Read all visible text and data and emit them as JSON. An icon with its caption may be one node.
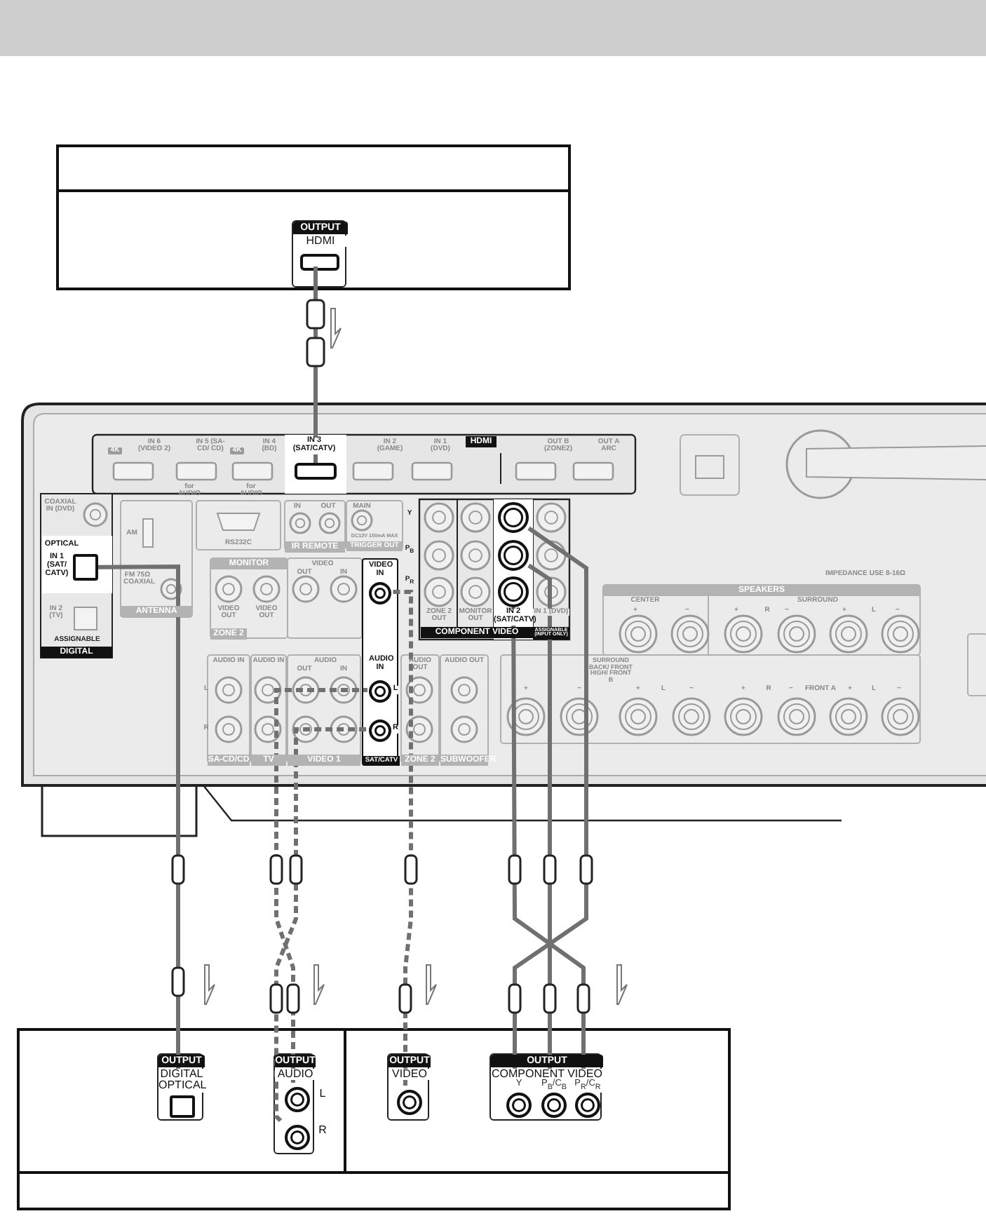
{
  "diagram": {
    "nodes": [
      {
        "text": [],
        "shape": "box"
      },
      {
        "text": [
          "OUTPUT",
          "HDMI"
        ],
        "in": 0
      },
      {
        "text": [],
        "shape": "box",
        "in": 1
      },
      {
        "text": [],
        "shape": "box"
      },
      {
        "text": [
          "IN 3 (SAT/CATV)"
        ],
        "in": 3
      },
      {
        "text": [],
        "shape": "box",
        "in": 4
      },
      {
        "text": [
          "OPTICAL",
          "IN 1 (SAT/ CATV)"
        ],
        "in": 3
      },
      {
        "text": [],
        "shape": "box",
        "in": 6
      },
      {
        "text": [
          "VIDEO IN",
          "AUDIO IN",
          "L",
          "R",
          "SAT/CATV"
        ],
        "in": 3
      },
      {
        "text": [],
        "shape": "circle",
        "in": 8
      },
      {
        "text": [],
        "shape": "circle",
        "in": 8
      },
      {
        "text": [],
        "shape": "circle",
        "in": 8
      },
      {
        "text": [
          "IN 2 (SAT/CATV)"
        ],
        "in": 3
      },
      {
        "text": [],
        "shape": "circle",
        "in": 12
      },
      {
        "text": [],
        "shape": "circle",
        "in": 12
      },
      {
        "text": [],
        "shape": "circle",
        "in": 12
      },
      {
        "text": [],
        "shape": "box"
      },
      {
        "text": [
          "OUTPUT",
          "DIGITAL OPTICAL"
        ],
        "in": 16
      },
      {
        "text": [],
        "shape": "box",
        "in": 17
      },
      {
        "text": [
          "OUTPUT",
          "AUDIO"
        ],
        "in": 16
      },
      {
        "text": [],
        "shape": "circle",
        "in": 19
      },
      {
        "text": [],
        "shape": "circle",
        "in": 19
      },
      {
        "text": [
          "OUTPUT",
          "VIDEO"
        ],
        "in": 16
      },
      {
        "text": [],
        "shape": "circle",
        "in": 22
      },
      {
        "text": [
          "OUTPUT",
          "COMPONENT VIDEO",
          "Y",
          "P$_{B}$/C$_{B}$",
          "P$_{R}$/C$_{R}$"
        ],
        "in": 16
      },
      {
        "text": [],
        "shape": "circle",
        "in": 24
      },
      {
        "text": [],
        "shape": "circle",
        "in": 24
      },
      {
        "text": [],
        "shape": "circle",
        "in": 24
      }
    ],
    "edges": [
      {
        "from": 2,
        "to": 5,
        "arrow": "none"
      },
      {
        "from": 18,
        "to": 7,
        "arrow": "none"
      },
      {
        "from": 20,
        "to": 10,
        "arrow": "none",
        "style": "dashed"
      },
      {
        "from": 21,
        "to": 11,
        "arrow": "none",
        "style": "dashed"
      },
      {
        "from": 23,
        "to": 9,
        "arrow": "none",
        "style": "dashed"
      },
      {
        "from": 25,
        "to": 13,
        "arrow": "none"
      },
      {
        "from": 26,
        "to": 14,
        "arrow": "none"
      },
      {
        "from": 27,
        "to": 15,
        "arrow": "none"
      }
    ],
    "labels": [
      "4K",
      "IN 6 (VIDEO 2)",
      "IN 5 (SA-CD/ CD)",
      "4K",
      "IN 4 (BD)",
      "IN 2 (GAME)",
      "IN 1 (DVD)",
      "HDMI",
      "OUT B (ZONE2)",
      "OUT A ARC",
      "for AUDIO",
      "for AUDIO",
      "COAXIAL IN (DVD)",
      "IN 2 (TV)",
      "ASSIGNABLE",
      "DIGITAL",
      "AM",
      "FM 75Ω COAXIAL",
      "ANTENNA",
      "RS232C",
      "IN",
      "OUT",
      "MAIN",
      "DC12V 150mA MAX",
      "IR REMOTE",
      "TRIGGER OUT",
      "MONITOR",
      "VIDEO",
      "OUT",
      "IN",
      "VIDEO OUT",
      "VIDEO OUT",
      "ZONE 2",
      "Y",
      "P$_{B}$",
      "P$_{R}$",
      "ZONE 2 OUT",
      "MONITOR OUT",
      "IN 1 (DVD)",
      "COMPONENT VIDEO",
      "ASSIGNABLE (INPUT ONLY)",
      "IMPEDANCE USE 8-16Ω",
      "SPEAKERS",
      "CENTER",
      "SURROUND",
      "+",
      "−",
      "+",
      "R",
      "−",
      "+",
      "L",
      "−",
      "AUDIO IN",
      "L",
      "R",
      "AUDIO IN",
      "AUDIO",
      "OUT",
      "IN",
      "AUDIO OUT",
      "AUDIO OUT",
      "SURROUND BACK/ FRONT HIGH/ FRONT B",
      "+",
      "−",
      "+",
      "L",
      "−",
      "+",
      "R",
      "−",
      "FRONT A",
      "+",
      "L",
      "−",
      "SA-CD/CD",
      "TV",
      "VIDEO 1",
      "ZONE 2",
      "SUBWOOFER",
      "L",
      "R"
    ]
  }
}
